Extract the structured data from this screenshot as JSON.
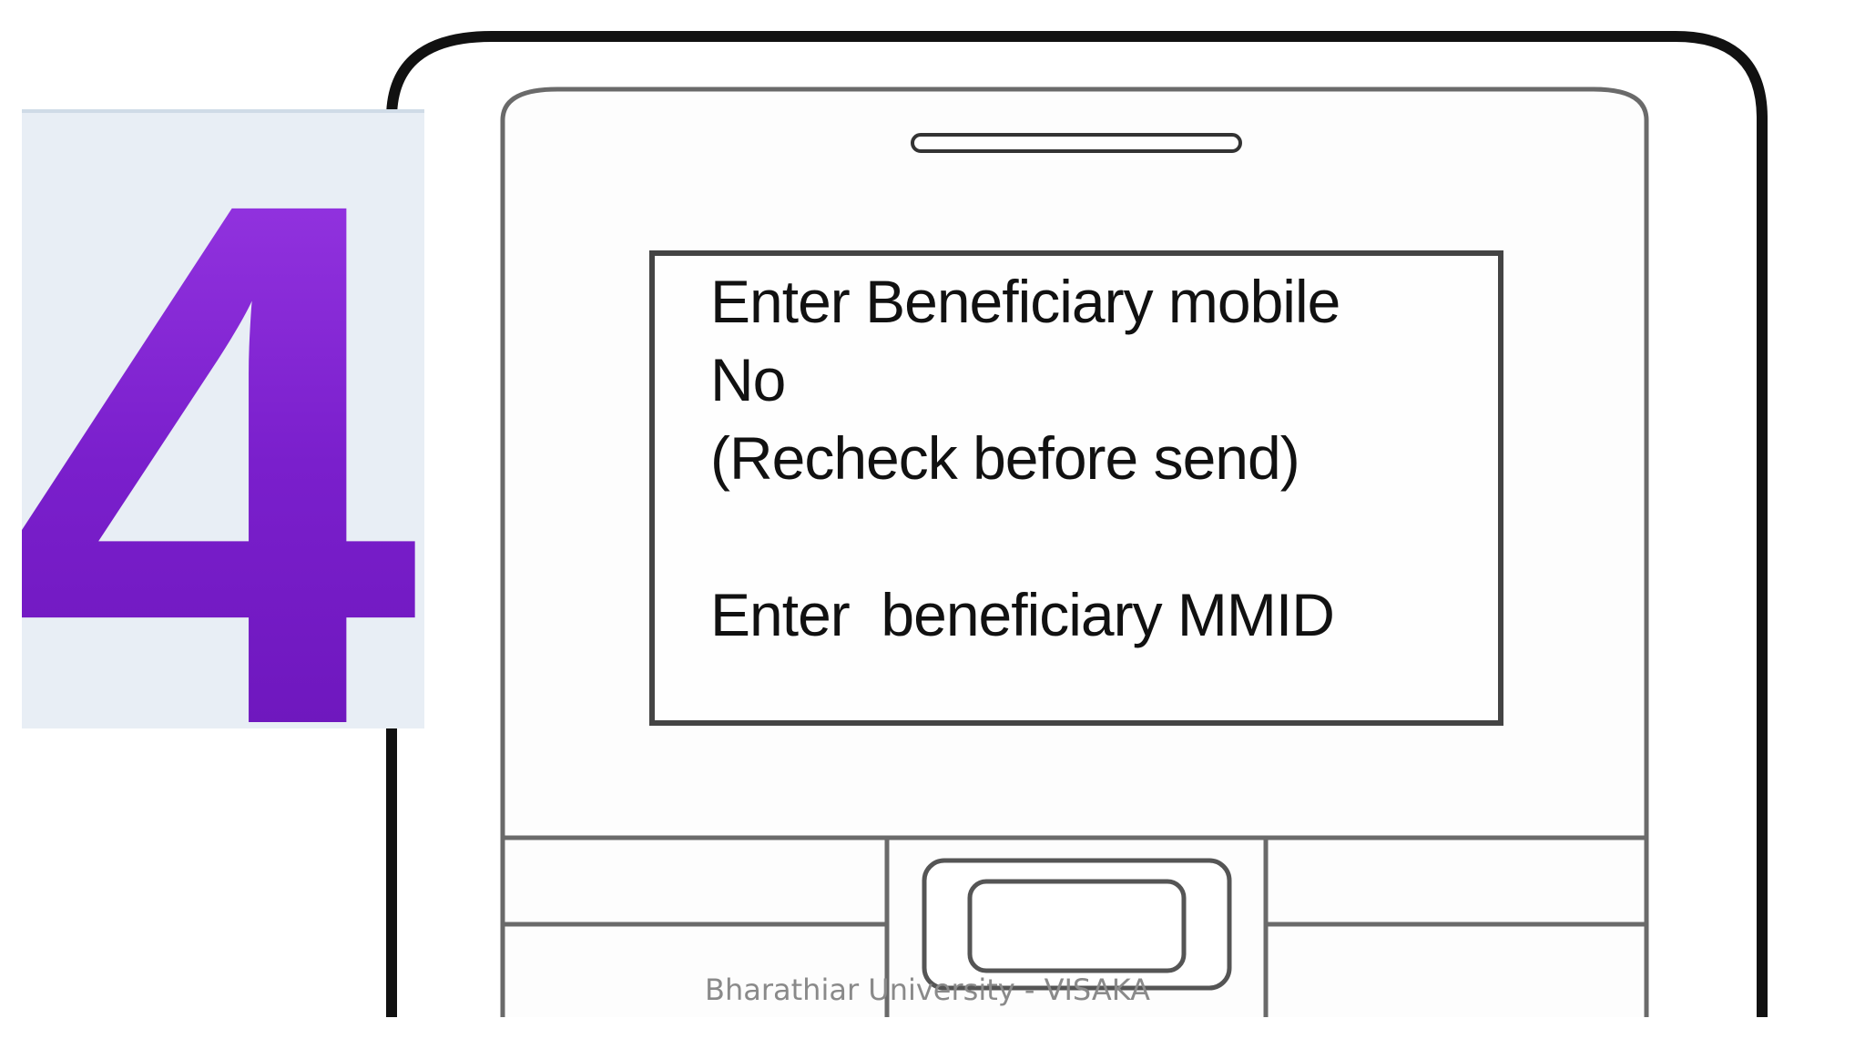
{
  "step": {
    "number": "4",
    "color": "#7a1fcc"
  },
  "phone_screen": {
    "line1": "Enter Beneficiary mobile",
    "line2": "No",
    "line3": "(Recheck before send)",
    "line4": "Enter  beneficiary MMID"
  },
  "footer": {
    "text": "Bharathiar University - VISAKA"
  }
}
